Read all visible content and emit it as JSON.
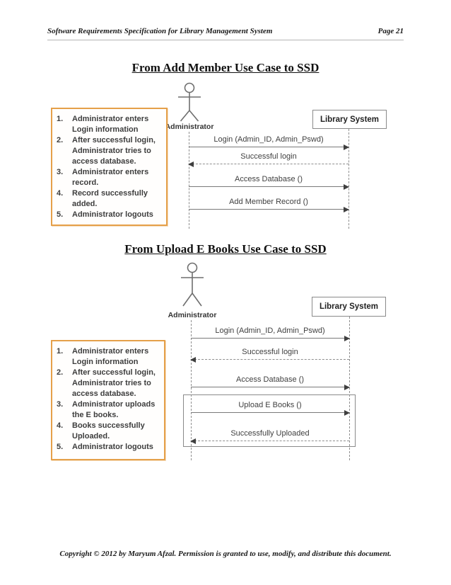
{
  "header": {
    "title": "Software Requirements Specification for Library Management System",
    "page": "Page 21"
  },
  "footer": {
    "text": "Copyright ©  2012 by Maryum Afzal. Permission is granted to use, modify, and distribute this document."
  },
  "colors": {
    "note_border": "#e5a04a",
    "line": "#7a7a7a",
    "arrow": "#3f3f3f"
  },
  "icons": {
    "actor": "stick-figure-icon"
  },
  "diagram1": {
    "title": "From Add Member Use Case to SSD",
    "actor": "Administrator",
    "system": "Library System",
    "notes": [
      {
        "n": "1.",
        "text": "Administrator enters Login information"
      },
      {
        "n": "2.",
        "text": "After successful login, Administrator tries to access database."
      },
      {
        "n": "3.",
        "text": "Administrator enters record."
      },
      {
        "n": "4.",
        "text": "Record successfully added."
      },
      {
        "n": "5.",
        "text": "Administrator logouts"
      }
    ],
    "messages": [
      {
        "label": "Login (Admin_ID, Admin_Pswd)",
        "style": "solid",
        "direction": "right"
      },
      {
        "label": "Successful login",
        "style": "dashed",
        "direction": "left"
      },
      {
        "label": "Access Database ()",
        "style": "solid",
        "direction": "right"
      },
      {
        "label": "Add Member Record ()",
        "style": "solid",
        "direction": "right"
      }
    ]
  },
  "diagram2": {
    "title": "From Upload E Books Use Case to SSD",
    "actor": "Administrator",
    "system": "Library System",
    "notes": [
      {
        "n": "1.",
        "text": "Administrator enters Login information"
      },
      {
        "n": "2.",
        "text": "After successful login, Administrator tries to access database."
      },
      {
        "n": "3.",
        "text": "Administrator uploads the E books."
      },
      {
        "n": "4.",
        "text": "Books successfully Uploaded."
      },
      {
        "n": "5.",
        "text": "Administrator logouts"
      }
    ],
    "messages": [
      {
        "label": "Login (Admin_ID, Admin_Pswd)",
        "style": "solid",
        "direction": "right"
      },
      {
        "label": "Successful login",
        "style": "dashed",
        "direction": "left"
      },
      {
        "label": "Access Database ()",
        "style": "solid",
        "direction": "right"
      },
      {
        "label": "Upload E Books ()",
        "style": "solid",
        "direction": "right"
      },
      {
        "label": "Successfully Uploaded",
        "style": "dashed",
        "direction": "left"
      }
    ]
  }
}
